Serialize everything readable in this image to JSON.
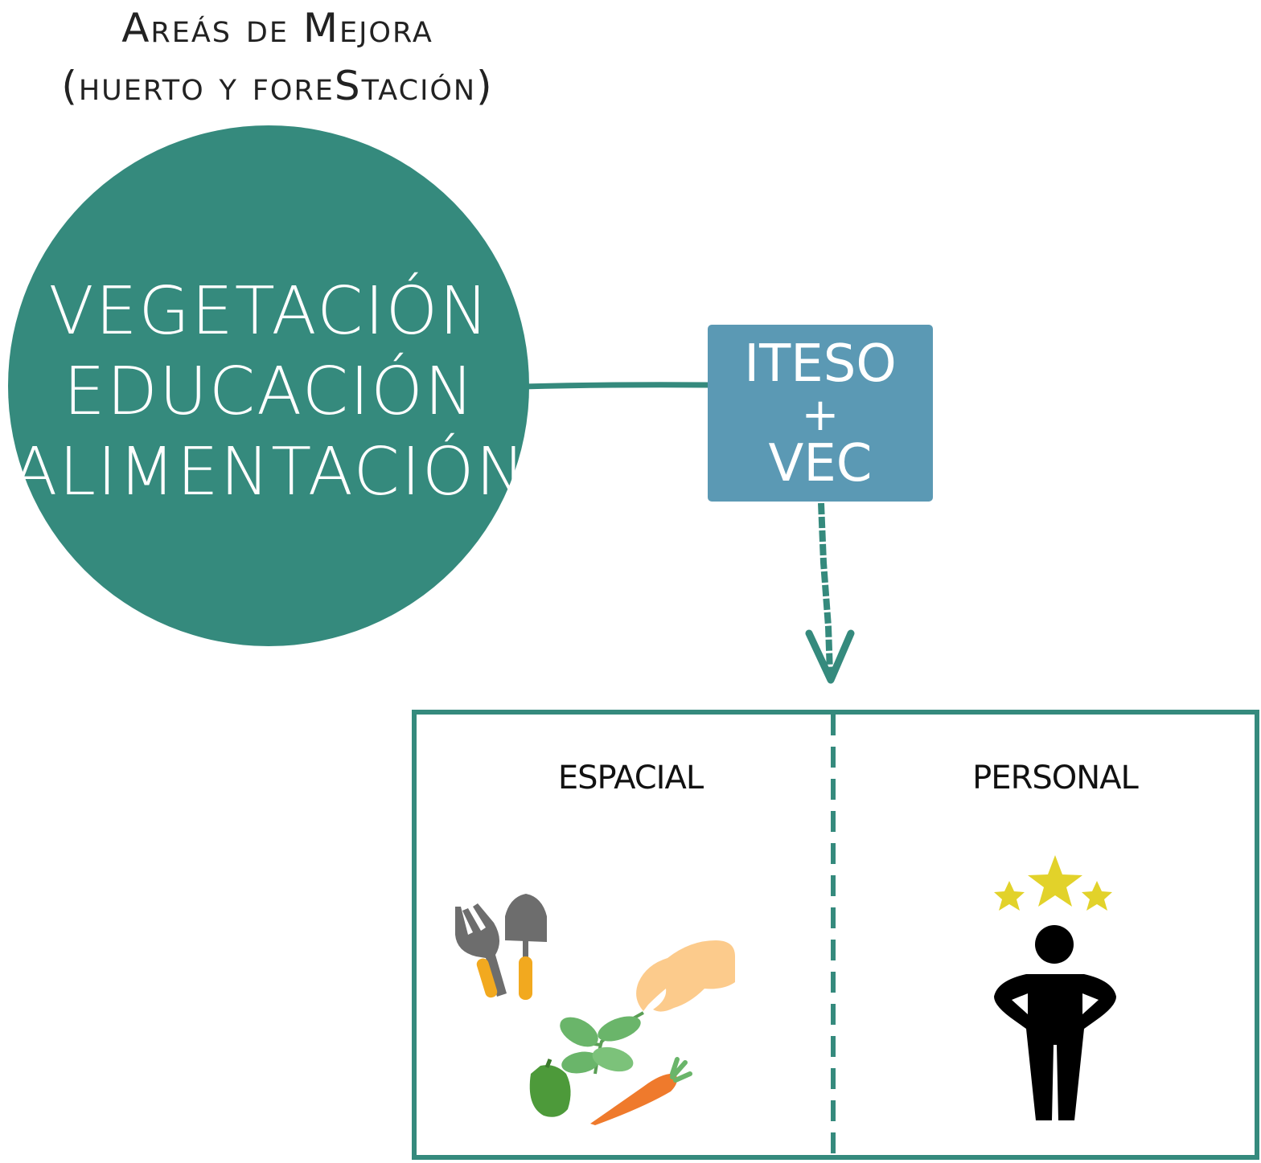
{
  "title": {
    "line1": "Areás de Mejora",
    "line2": "(huerto y foreStación)"
  },
  "circle": {
    "lines": [
      "VEGETACIÓN",
      "EDUCACIÓN",
      "ALIMENTACIÓN"
    ],
    "color": "#358a7d"
  },
  "box": {
    "line1": "ITESO",
    "line2": "+",
    "line3": "VEC",
    "color": "#5b99b4"
  },
  "panel": {
    "left_label": "ESPACIAL",
    "right_label": "PERSONAL",
    "border_color": "#358a7d"
  },
  "icons": {
    "left": [
      "garden-fork-icon",
      "trowel-icon",
      "hand-icon",
      "seedling-icon",
      "bell-pepper-icon",
      "carrot-icon"
    ],
    "right": [
      "stars-icon",
      "person-icon"
    ]
  },
  "colors": {
    "star": "#e2d22a",
    "tool_handle": "#f2a91f",
    "tool_metal": "#6d6d6d",
    "leaf": "#6ab56a",
    "carrot": "#ef7a2c",
    "pepper": "#4d9a3a",
    "skin": "#fccb8c",
    "person": "#000000"
  }
}
